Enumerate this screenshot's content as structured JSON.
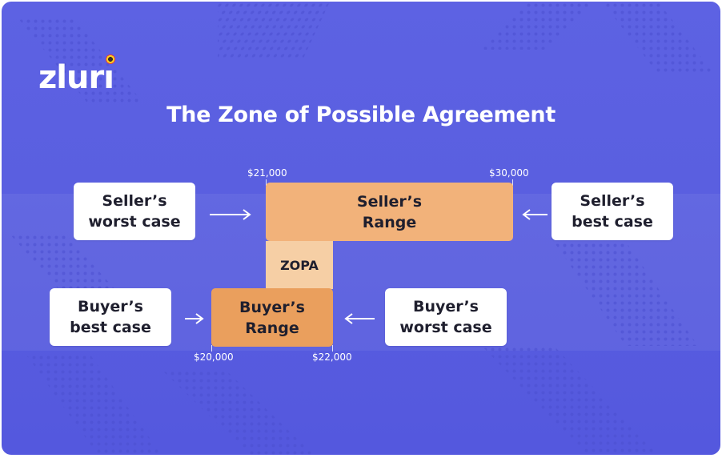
{
  "brand": {
    "logo_text": "zlurı"
  },
  "title": "The Zone of Possible Agreement",
  "sellers_worst_case": "Seller’s\nworst case",
  "sellers_best_case": "Seller’s\nbest case",
  "sellers_range": "Seller’s\nRange",
  "zopa": "ZOPA",
  "buyers_best_case": "Buyer’s\nbest case",
  "buyers_worst_case": "Buyer’s\nworst case",
  "buyers_range": "Buyer’s\nRange",
  "prices": {
    "sellers_min": "$21,000",
    "sellers_max": "$30,000",
    "buyers_min": "$20,000",
    "buyers_max": "$22,000"
  },
  "colors": {
    "background": "#5a5fe0",
    "sellers_range": "#f2b27a",
    "zopa": "#f6cfa5",
    "buyers_range": "#ea9f5d",
    "card": "#ffffff"
  }
}
